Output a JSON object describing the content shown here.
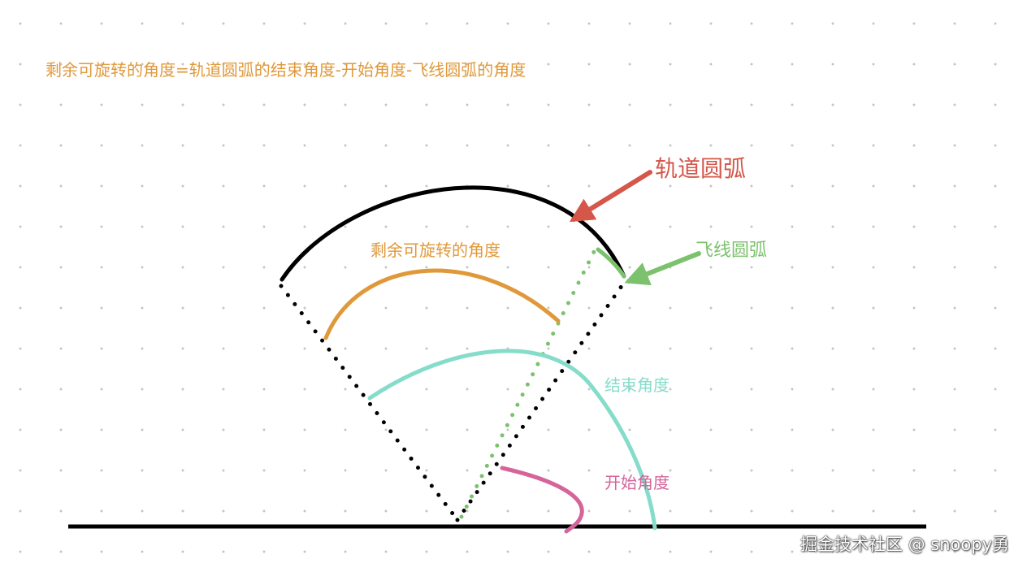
{
  "formula": "剩余可旋转的角度=轨道圆弧的结束角度-开始角度-飞线圆弧的角度",
  "labels": {
    "track_arc": "轨道圆弧",
    "remaining_angle": "剩余可旋转的角度",
    "flying_arc": "飞线圆弧",
    "end_angle": "结束角度",
    "start_angle": "开始角度"
  },
  "watermark": "掘金技术社区 @ snoopy勇",
  "colors": {
    "track": "#000000",
    "remaining": "#e0993a",
    "flying": "#7cc16d",
    "end": "#86dccb",
    "start": "#d4649a",
    "arrow_red": "#d4574a",
    "arrow_green": "#7cc16d",
    "formula_text": "#e0993a"
  }
}
